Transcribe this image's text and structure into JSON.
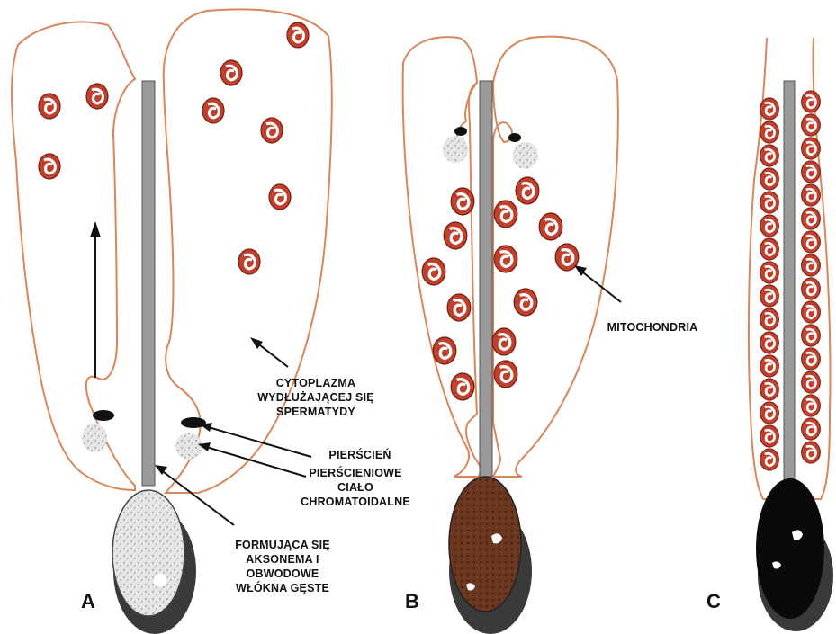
{
  "panel_letters": {
    "a": "A",
    "b": "B",
    "c": "C"
  },
  "labels": {
    "cytoplasm": [
      "CYTOPLAZMA",
      "WYDŁUŻAJĄCEJ SIĘ",
      "SPERMATYDY"
    ],
    "ring": [
      "PIERŚCIEŃ"
    ],
    "ring_body": [
      "PIERŚCIENIOWE",
      "CIAŁO",
      "CHROMATOIDALNE"
    ],
    "axoneme": [
      "FORMUJĄCA SIĘ",
      "AKSONEMA I",
      "OBWODOWE",
      "WŁÓKNA GĘSTE"
    ],
    "mito": [
      "MITOCHONDRIA"
    ]
  },
  "colors": {
    "membrane": "#d9865a",
    "mitochondria": "#c0402e",
    "axoneme": "#9a9a9a",
    "chromatoid": "#bdbdbd",
    "ring": "#111111",
    "nucleus_a": "#d8d8d8",
    "nucleus_b": "#5a2a18",
    "nucleus_c": "#0a0a0a",
    "shadow": "#3a3a3a"
  }
}
